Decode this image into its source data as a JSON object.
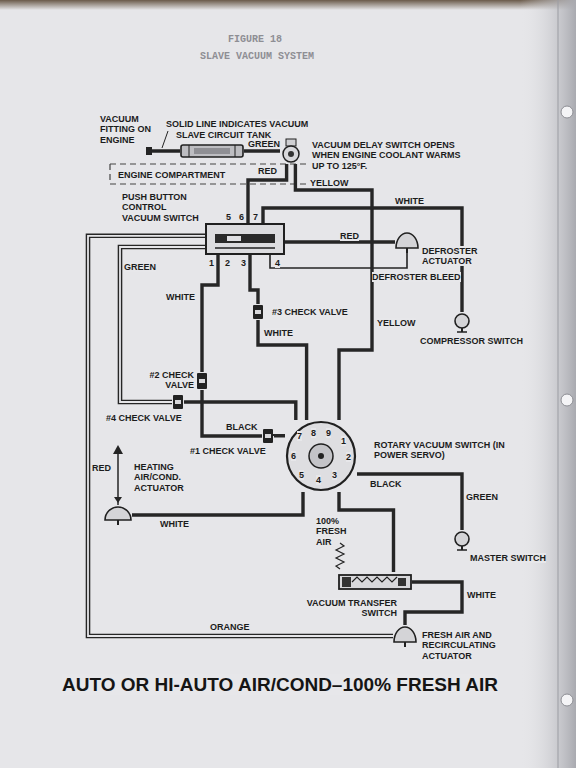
{
  "diagram": {
    "title": "AUTO OR HI-AUTO AIR/COND–100% FRESH AIR",
    "nodes": [
      {
        "text": [
          "SLAVE CIRCUIT TANK"
        ]
      },
      {
        "text": [
          "VACUUM DELAY SWITCH OPENS WHEN ENGINE COOLANT WARMS UP TO 125°F."
        ]
      },
      {
        "text": [
          "PUSH BUTTON CONTROL VACUUM SWITCH"
        ]
      },
      {
        "text": [
          "DEFROSTER ACTUATOR"
        ]
      },
      {
        "text": [
          "#3 CHECK VALVE"
        ]
      },
      {
        "text": [
          "COMPRESSOR SWITCH"
        ]
      },
      {
        "text": [
          "#2 CHECK VALVE"
        ]
      },
      {
        "text": [
          "#4 CHECK VALVE"
        ]
      },
      {
        "text": [
          "#1 CHECK VALVE"
        ]
      },
      {
        "text": [
          "ROTARY VACUUM SWITCH (IN POWER SERVO)"
        ]
      },
      {
        "text": [
          "HEATING AIR/COND. ACTUATOR"
        ]
      },
      {
        "text": [
          "MASTER SWITCH"
        ]
      },
      {
        "text": [
          "VACUUM TRANSFER SWITCH"
        ]
      },
      {
        "text": [
          "FRESH AIR AND RECIRCULATING ACTUATOR"
        ]
      }
    ],
    "edges": [
      {
        "from": 0,
        "to": 1,
        "arrow": "none"
      },
      {
        "from": 1,
        "to": 2,
        "arrow": "none"
      },
      {
        "from": 1,
        "to": 9,
        "arrow": "none"
      },
      {
        "from": 2,
        "to": 5,
        "arrow": "none"
      },
      {
        "from": 2,
        "to": 3,
        "arrow": "none"
      },
      {
        "from": 2,
        "to": 4,
        "arrow": "none"
      },
      {
        "from": 4,
        "to": 9,
        "arrow": "none"
      },
      {
        "from": 2,
        "to": 6,
        "arrow": "none"
      },
      {
        "from": 6,
        "to": 8,
        "arrow": "none"
      },
      {
        "from": 8,
        "to": 9,
        "arrow": "none"
      },
      {
        "from": 7,
        "to": 9,
        "arrow": "none"
      },
      {
        "from": 2,
        "to": 7,
        "arrow": "none"
      },
      {
        "from": 2,
        "to": 13,
        "arrow": "none"
      },
      {
        "from": 9,
        "to": 10,
        "arrow": "none"
      },
      {
        "from": 9,
        "to": 11,
        "arrow": "none"
      },
      {
        "from": 9,
        "to": 12,
        "arrow": "none"
      },
      {
        "from": 12,
        "to": 13,
        "arrow": "none"
      }
    ],
    "labels": [
      "FIGURE 18",
      "SLAVE VACUUM SYSTEM",
      "VACUUM FITTING ON ENGINE",
      "SOLID LINE INDICATES VACUUM",
      "GREEN",
      "ENGINE COMPARTMENT",
      "RED",
      "YELLOW",
      "WHITE",
      "5",
      "6",
      "7",
      "RED",
      "1",
      "2",
      "3",
      "4",
      "DEFROSTER BLEED",
      "GREEN",
      "WHITE",
      "WHITE",
      "YELLOW",
      "BLACK",
      "7",
      "8",
      "9",
      "1",
      "6",
      "2",
      "5",
      "4",
      "3",
      "RED",
      "BLACK",
      "GREEN",
      "WHITE",
      "100% FRESH AIR",
      "WHITE",
      "ORANGE"
    ]
  }
}
